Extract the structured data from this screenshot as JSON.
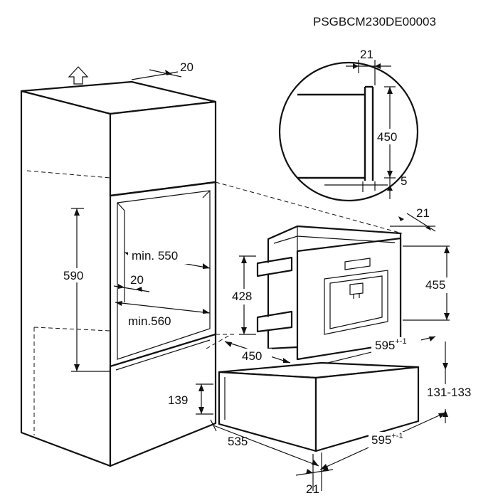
{
  "diagram": {
    "code": "PSGBCM230DE00003",
    "dimensions": {
      "top_depth": "20",
      "niche_height": "590",
      "niche_width_upper": "min. 550",
      "side_gap": "20",
      "niche_width_lower": "min.560",
      "lower_height": "139",
      "lower_depth": "535",
      "bottom_offset": "21",
      "detail_top": "21",
      "detail_height": "450",
      "detail_bottom": "5",
      "appliance_offset": "21",
      "appliance_height": "455",
      "appliance_inner_height": "428",
      "appliance_depth": "450",
      "appliance_width": "595",
      "appliance_width_tol": "+-1",
      "drawer_height": "131-133",
      "drawer_width": "595",
      "drawer_width_tol": "+-1"
    }
  }
}
